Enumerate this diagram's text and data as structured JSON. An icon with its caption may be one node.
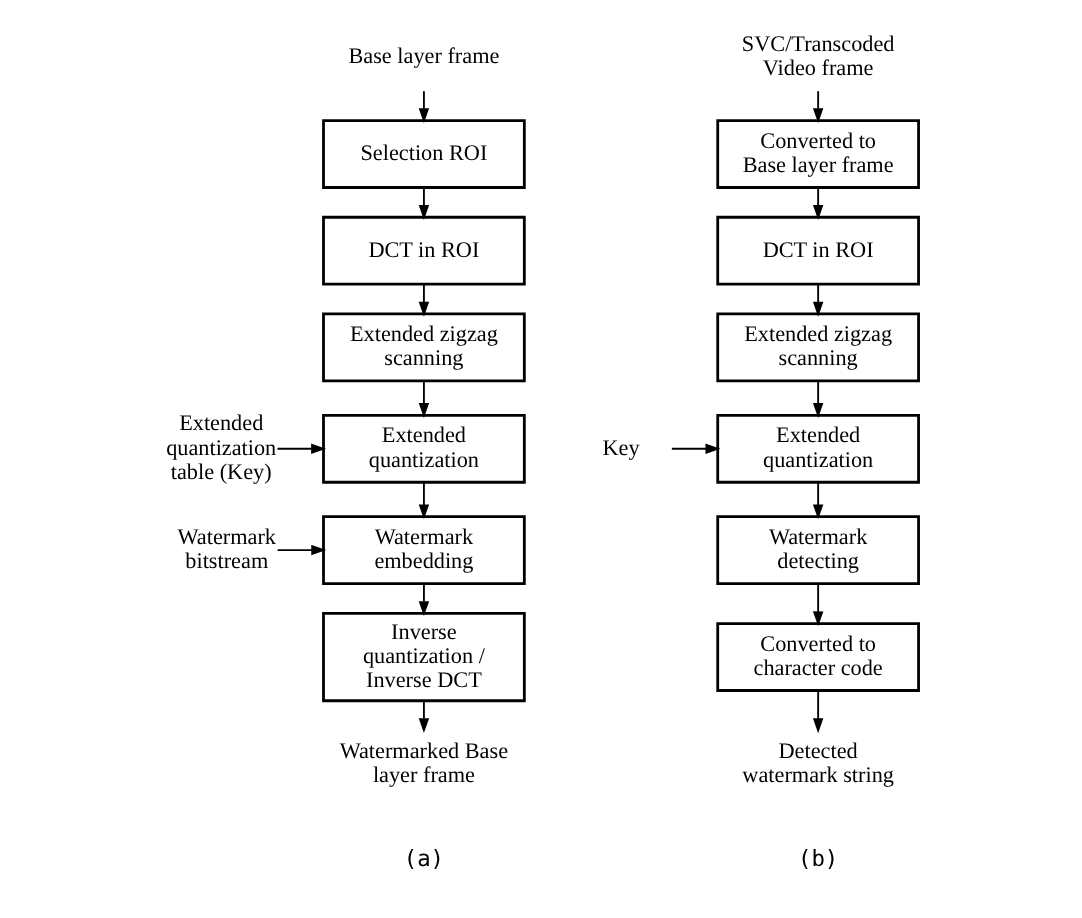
{
  "diagram": {
    "nodes": [
      {
        "text": [
          "Base layer frame"
        ]
      },
      {
        "text": [
          "Selection ROI"
        ]
      },
      {
        "text": [
          "DCT in ROI"
        ]
      },
      {
        "text": [
          "Extended zigzag scanning"
        ]
      },
      {
        "text": [
          "Extended quantization"
        ]
      },
      {
        "text": [
          "Watermark embedding"
        ]
      },
      {
        "text": [
          "Inverse quantization / Inverse DCT"
        ]
      },
      {
        "text": [
          "Watermarked Base layer frame"
        ]
      },
      {
        "text": [
          "Extended quantization table (Key)"
        ]
      },
      {
        "text": [
          "Watermark bitstream"
        ]
      },
      {
        "text": [
          "SVC/Transcoded Video frame"
        ]
      },
      {
        "text": [
          "Converted to Base layer frame"
        ]
      },
      {
        "text": [
          "DCT in ROI"
        ]
      },
      {
        "text": [
          "Extended zigzag scanning"
        ]
      },
      {
        "text": [
          "Extended quantization"
        ]
      },
      {
        "text": [
          "Watermark detecting"
        ]
      },
      {
        "text": [
          "Converted to character code"
        ]
      },
      {
        "text": [
          "Detected watermark string"
        ]
      },
      {
        "text": [
          "Key"
        ]
      }
    ],
    "edges": [
      {
        "from": 0,
        "to": 1,
        "arrow": "to"
      },
      {
        "from": 1,
        "to": 2,
        "arrow": "to"
      },
      {
        "from": 2,
        "to": 3,
        "arrow": "to"
      },
      {
        "from": 3,
        "to": 4,
        "arrow": "to"
      },
      {
        "from": 4,
        "to": 5,
        "arrow": "to"
      },
      {
        "from": 5,
        "to": 6,
        "arrow": "to"
      },
      {
        "from": 6,
        "to": 7,
        "arrow": "to"
      },
      {
        "from": 8,
        "to": 4,
        "arrow": "to"
      },
      {
        "from": 9,
        "to": 5,
        "arrow": "to"
      },
      {
        "from": 10,
        "to": 11,
        "arrow": "to"
      },
      {
        "from": 11,
        "to": 12,
        "arrow": "to"
      },
      {
        "from": 12,
        "to": 13,
        "arrow": "to"
      },
      {
        "from": 13,
        "to": 14,
        "arrow": "to"
      },
      {
        "from": 14,
        "to": 15,
        "arrow": "to"
      },
      {
        "from": 15,
        "to": 16,
        "arrow": "to"
      },
      {
        "from": 16,
        "to": 17,
        "arrow": "to"
      },
      {
        "from": 18,
        "to": 14,
        "arrow": "to"
      }
    ],
    "labels": [
      "(a)",
      "(b)"
    ]
  }
}
